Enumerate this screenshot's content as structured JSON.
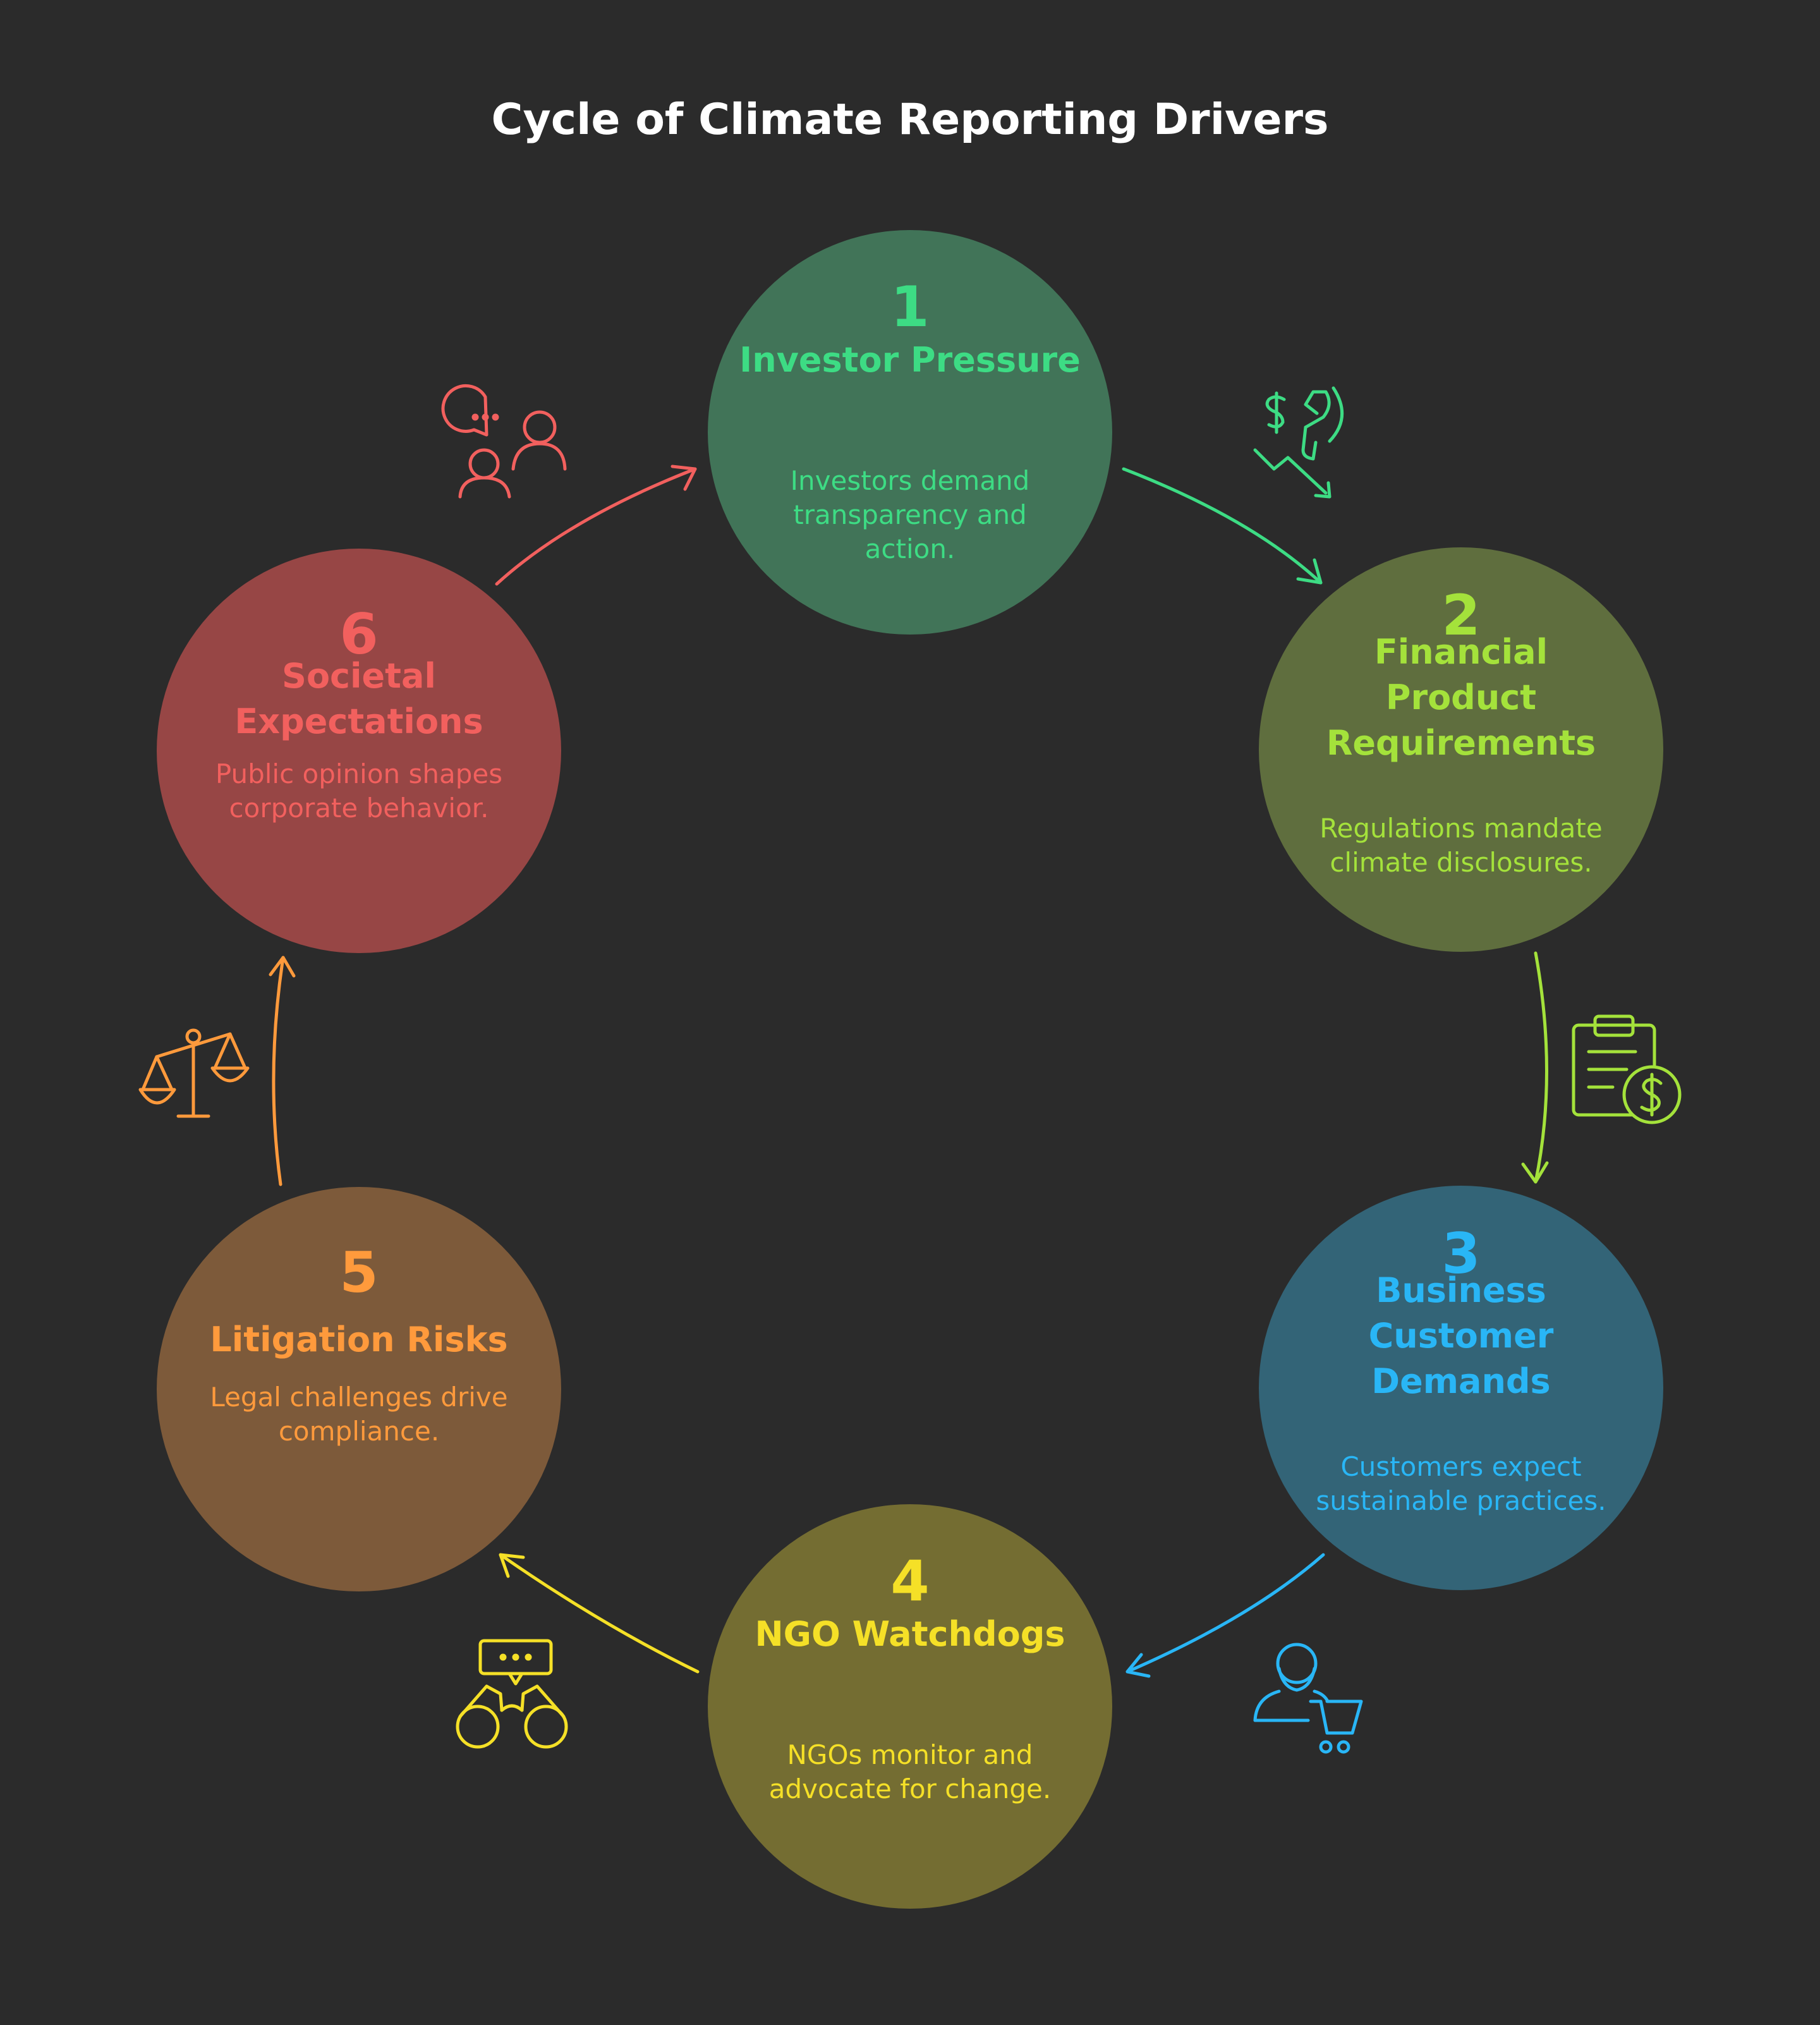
{
  "title": "Cycle of Climate Reporting Drivers",
  "nodes": [
    {
      "number": "1",
      "name": "Investor Pressure",
      "description": "Investors demand transparency and action.",
      "fill": "#417458",
      "color": "#3ddc84",
      "icon": "money-down-megaphone-icon"
    },
    {
      "number": "2",
      "name": "Financial Product Requirements",
      "description": "Regulations mandate climate disclosures.",
      "fill": "#5f6e3e",
      "color": "#a4e23b",
      "icon": "clipboard-dollar-icon"
    },
    {
      "number": "3",
      "name": "Business Customer Demands",
      "description": "Customers expect sustainable practices.",
      "fill": "#336477",
      "color": "#29b6f6",
      "icon": "customer-cart-icon"
    },
    {
      "number": "4",
      "name": "NGO Watchdogs",
      "description": "NGOs monitor and advocate for change.",
      "fill": "#746d32",
      "color": "#f5e027",
      "icon": "binoculars-chat-icon"
    },
    {
      "number": "5",
      "name": "Litigation Risks",
      "description": "Legal challenges drive compliance.",
      "fill": "#7d5a3a",
      "color": "#ff9a3c",
      "icon": "scales-icon"
    },
    {
      "number": "6",
      "name": "Societal Expectations",
      "description": "Public opinion shapes corporate behavior.",
      "fill": "#974645",
      "color": "#f2605e",
      "icon": "people-chat-icon"
    }
  ]
}
